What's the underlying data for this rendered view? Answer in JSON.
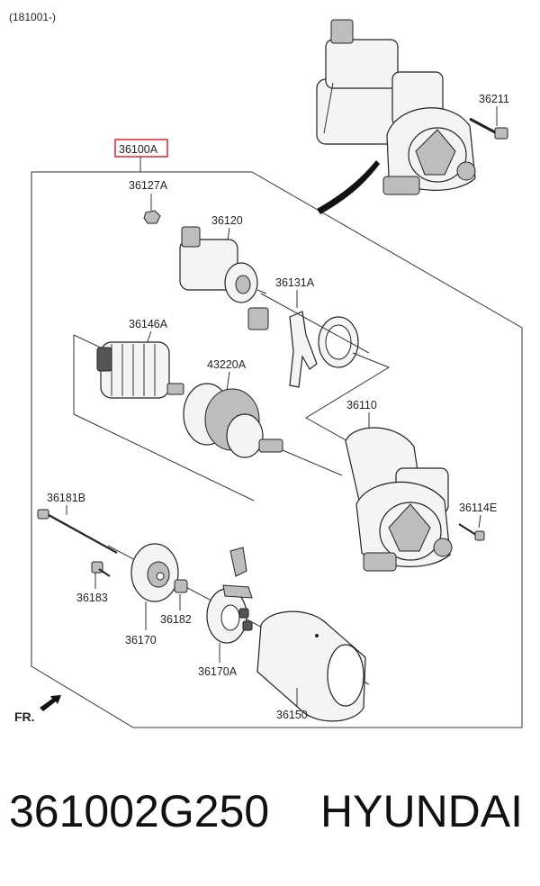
{
  "header": {
    "code": "(181001-)"
  },
  "assembly_label": "36100A",
  "accent_color": "#e0242b",
  "callouts": [
    {
      "id": "c36211",
      "label": "36211"
    },
    {
      "id": "c36127A",
      "label": "36127A"
    },
    {
      "id": "c36120",
      "label": "36120"
    },
    {
      "id": "c36131A",
      "label": "36131A"
    },
    {
      "id": "c36146A",
      "label": "36146A"
    },
    {
      "id": "c43220A",
      "label": "43220A"
    },
    {
      "id": "c36110",
      "label": "36110"
    },
    {
      "id": "c36181B",
      "label": "36181B"
    },
    {
      "id": "c36114E",
      "label": "36114E"
    },
    {
      "id": "c36183",
      "label": "36183"
    },
    {
      "id": "c36182",
      "label": "36182"
    },
    {
      "id": "c36170",
      "label": "36170"
    },
    {
      "id": "c36170A",
      "label": "36170A"
    },
    {
      "id": "c36150",
      "label": "36150"
    }
  ],
  "direction_label": "FR.",
  "footer": {
    "part_number": "361002G250",
    "brand": "HYUNDAI"
  }
}
